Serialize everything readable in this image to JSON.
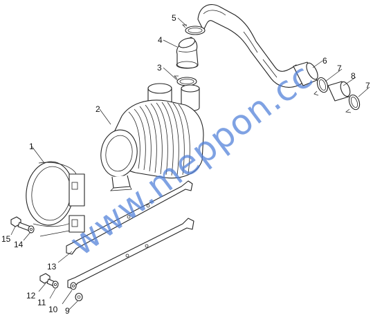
{
  "labels": {
    "l1": "1",
    "l2": "2",
    "l3": "3",
    "l4": "4",
    "l5": "5",
    "l6": "6",
    "l7a": "7",
    "l7b": "7",
    "l8": "8",
    "l9": "9",
    "l10": "10",
    "l11": "11",
    "l12": "12",
    "l13": "13",
    "l14": "14",
    "l15": "15"
  },
  "watermark": "www.meppon.cc",
  "colors": {
    "line": "#222222",
    "watermark": "#4f7fd9",
    "background": "#ffffff"
  }
}
